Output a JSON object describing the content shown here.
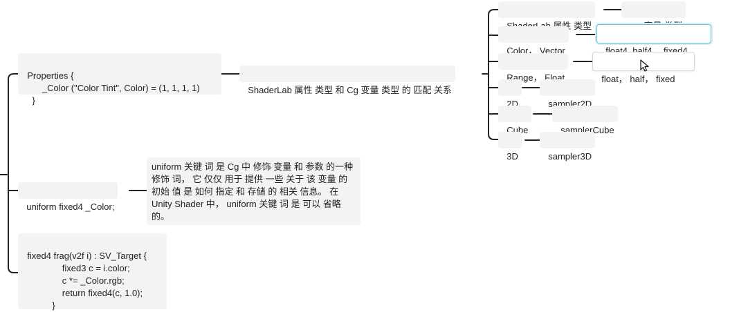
{
  "root_nodes": {
    "properties": "Properties {\n        _Color (\"Color Tint\", Color) = (1, 1, 1, 1)\n    }",
    "uniform": "uniform fixed4 _Color;",
    "frag": "fixed4 frag(v2f i) : SV_Target {\n                fixed3 c = i.color;\n                c *= _Color.rgb;\n                return fixed4(c, 1.0);\n            }"
  },
  "mapping": {
    "title": "ShaderLab 属性 类型 和 Cg 变量 类型 的 匹配 关系",
    "rows": [
      {
        "shaderlab": "ShaderLab 属性 类型",
        "cg": "Cg 变量 类型"
      },
      {
        "shaderlab": "Color， Vector",
        "cg": "float4, half4， fixed4"
      },
      {
        "shaderlab": "Range， Float",
        "cg": "float， half， fixed"
      },
      {
        "shaderlab": "2D",
        "cg": "sampler2D"
      },
      {
        "shaderlab": "Cube",
        "cg": "samplerCube"
      },
      {
        "shaderlab": "3D",
        "cg": "sampler3D"
      }
    ]
  },
  "uniform_note": "uniform 关键 词 是 Cg 中 修饰 变量 和 参数 的一种 修饰 词， 它 仅仅 用于 提供 一些 关于 该 变量 的 初始 值 是 如何 指定 和 存储 的 相关 信息。 在 Unity Shader 中， uniform 关键 词 是 可以 省略 的。",
  "colors": {
    "connector": "#222222",
    "node_bg": "#f3f3f3",
    "selected_border": "#5bc0de"
  }
}
